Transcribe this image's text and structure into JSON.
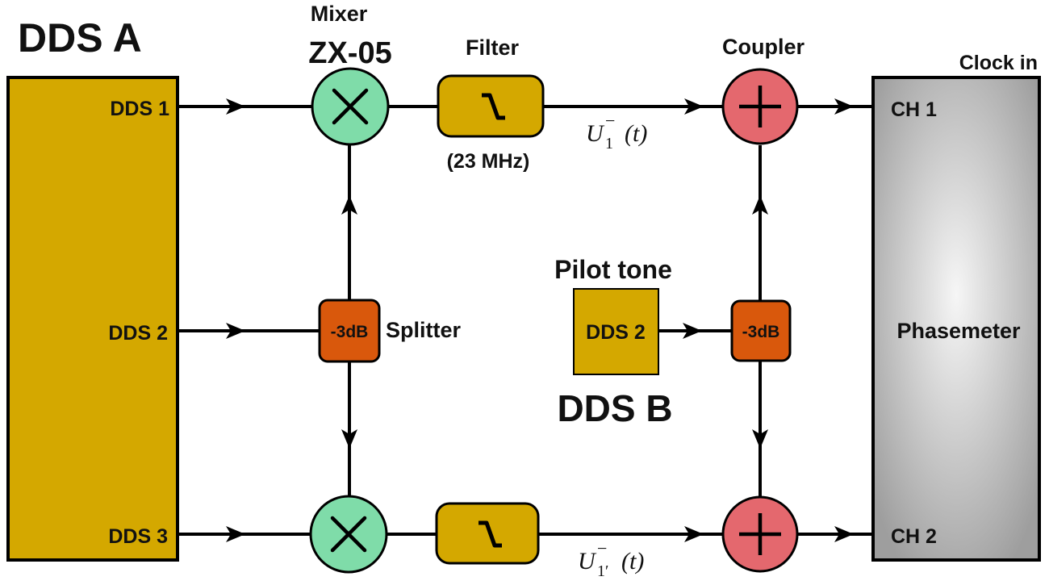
{
  "colors": {
    "dds_fill": "#D4A800",
    "mixer_fill": "#7FDCA9",
    "coupler_fill": "#E4686E",
    "splitter_fill": "#D9580C",
    "phasemeter_edge": "#9E9E9E",
    "phasemeter_center": "#F6F6F6",
    "outline": "#000000"
  },
  "dds_a": {
    "title": "DDS A",
    "outputs": [
      "DDS 1",
      "DDS 2",
      "DDS 3"
    ]
  },
  "mixer": {
    "label": "Mixer",
    "model": "ZX-05",
    "icon": "multiply-icon"
  },
  "filter": {
    "label": "Filter",
    "cutoff": "(23 MHz)",
    "icon": "lowpass-icon"
  },
  "coupler": {
    "label": "Coupler",
    "icon": "plus-icon"
  },
  "splitter": {
    "label": "Splitter",
    "attenuation": "-3dB"
  },
  "dds_b": {
    "title": "DDS B",
    "caption": "Pilot tone",
    "box_label": "DDS 2"
  },
  "signals": {
    "top": {
      "base": "U",
      "sub": "1",
      "sup": "−",
      "arg": "(t)"
    },
    "bottom": {
      "base": "U",
      "sub": "1′",
      "sup": "−",
      "arg": "(t)"
    }
  },
  "phasemeter": {
    "label": "Phasemeter",
    "clock": "Clock in",
    "channels": [
      "CH 1",
      "CH 2"
    ]
  }
}
